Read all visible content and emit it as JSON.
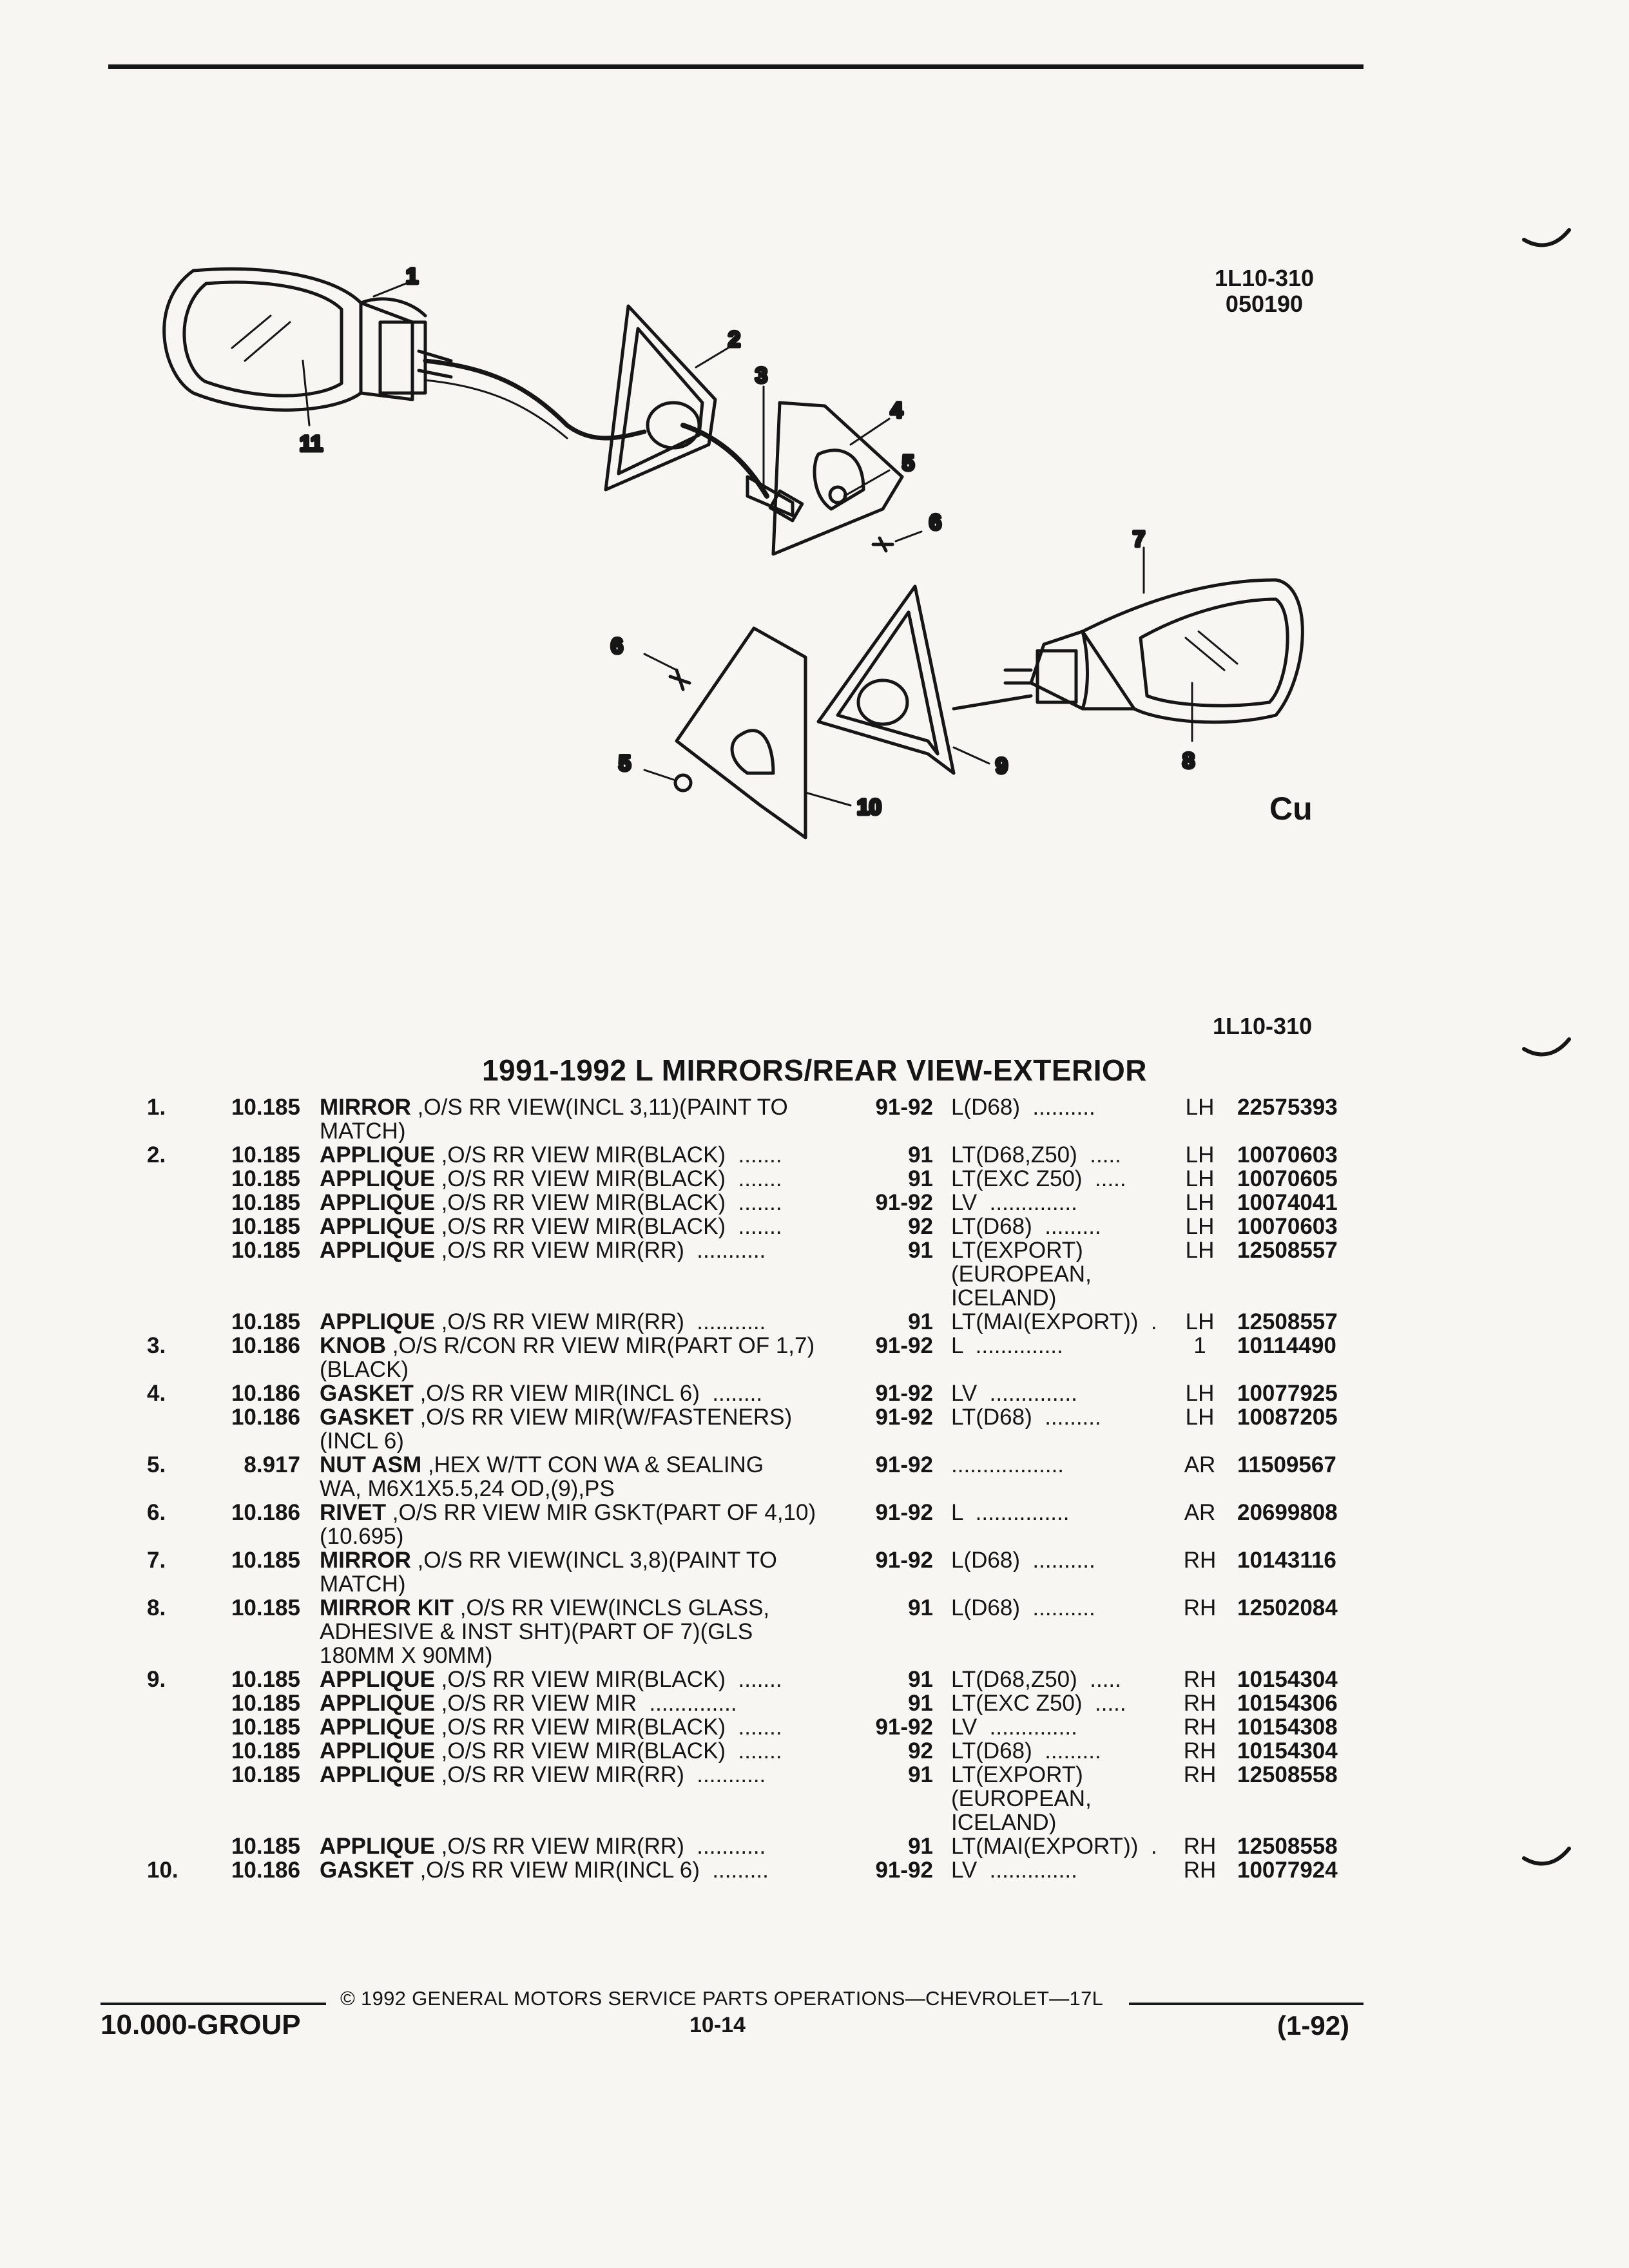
{
  "figure": {
    "code": "1L10-310",
    "date_code": "050190",
    "callouts": [
      "1",
      "2",
      "3",
      "4",
      "5",
      "6",
      "7",
      "8",
      "9",
      "10",
      "11",
      "6",
      "5"
    ],
    "logo": "Cu"
  },
  "code_right": "1L10-310",
  "title": "1991-1992 L MIRRORS/REAR VIEW-EXTERIOR",
  "rows": [
    {
      "item": "1.",
      "group": "10.185",
      "name": "MIRROR",
      "desc": " ,O/S RR VIEW(INCL 3,11)(PAINT TO",
      "year": "91-92",
      "app": "L(D68)  ..........",
      "side": "LH",
      "part": "22575393"
    },
    {
      "item": "",
      "group": "",
      "name": "",
      "desc": "MATCH)",
      "year": "",
      "app": "",
      "side": "",
      "part": ""
    },
    {
      "item": "2.",
      "group": "10.185",
      "name": "APPLIQUE",
      "desc": " ,O/S RR VIEW MIR(BLACK)  .......",
      "year": "91",
      "app": "LT(D68,Z50)  .....",
      "side": "LH",
      "part": "10070603"
    },
    {
      "item": "",
      "group": "10.185",
      "name": "APPLIQUE",
      "desc": " ,O/S RR VIEW MIR(BLACK)  .......",
      "year": "91",
      "app": "LT(EXC Z50)  .....",
      "side": "LH",
      "part": "10070605"
    },
    {
      "item": "",
      "group": "10.185",
      "name": "APPLIQUE",
      "desc": " ,O/S RR VIEW MIR(BLACK)  .......",
      "year": "91-92",
      "app": "LV  ..............",
      "side": "LH",
      "part": "10074041"
    },
    {
      "item": "",
      "group": "10.185",
      "name": "APPLIQUE",
      "desc": " ,O/S RR VIEW MIR(BLACK)  .......",
      "year": "92",
      "app": "LT(D68)  .........",
      "side": "LH",
      "part": "10070603"
    },
    {
      "item": "",
      "group": "10.185",
      "name": "APPLIQUE",
      "desc": " ,O/S RR VIEW MIR(RR)  ...........",
      "year": "91",
      "app": "LT(EXPORT)",
      "side": "LH",
      "part": "12508557"
    },
    {
      "item": "",
      "group": "",
      "name": "",
      "desc": "",
      "year": "",
      "app": "(EUROPEAN,",
      "side": "",
      "part": ""
    },
    {
      "item": "",
      "group": "",
      "name": "",
      "desc": "",
      "year": "",
      "app": "ICELAND)",
      "side": "",
      "part": ""
    },
    {
      "item": "",
      "group": "10.185",
      "name": "APPLIQUE",
      "desc": " ,O/S RR VIEW MIR(RR)  ...........",
      "year": "91",
      "app": "LT(MAI(EXPORT))  .",
      "side": "LH",
      "part": "12508557"
    },
    {
      "item": "3.",
      "group": "10.186",
      "name": "KNOB",
      "desc": " ,O/S R/CON RR VIEW MIR(PART OF 1,7)",
      "year": "91-92",
      "app": "L  ..............",
      "side": "1",
      "part": "10114490"
    },
    {
      "item": "",
      "group": "",
      "name": "",
      "desc": "(BLACK)",
      "year": "",
      "app": "",
      "side": "",
      "part": ""
    },
    {
      "item": "4.",
      "group": "10.186",
      "name": "GASKET",
      "desc": " ,O/S RR VIEW MIR(INCL 6)  ........",
      "year": "91-92",
      "app": "LV  ..............",
      "side": "LH",
      "part": "10077925"
    },
    {
      "item": "",
      "group": "10.186",
      "name": "GASKET",
      "desc": " ,O/S RR VIEW MIR(W/FASTENERS)",
      "year": "91-92",
      "app": "LT(D68)  .........",
      "side": "LH",
      "part": "10087205"
    },
    {
      "item": "",
      "group": "",
      "name": "",
      "desc": "(INCL 6)",
      "year": "",
      "app": "",
      "side": "",
      "part": ""
    },
    {
      "item": "5.",
      "group": "8.917",
      "name": "NUT ASM",
      "desc": " ,HEX W/TT CON WA & SEALING",
      "year": "91-92",
      "app": "..................",
      "side": "AR",
      "part": "11509567"
    },
    {
      "item": "",
      "group": "",
      "name": "",
      "desc": "WA, M6X1X5.5,24 OD,(9),PS",
      "year": "",
      "app": "",
      "side": "",
      "part": ""
    },
    {
      "item": "6.",
      "group": "10.186",
      "name": "RIVET",
      "desc": " ,O/S RR VIEW MIR GSKT(PART OF 4,10)",
      "year": "91-92",
      "app": "L  ...............",
      "side": "AR",
      "part": "20699808"
    },
    {
      "item": "",
      "group": "",
      "name": "",
      "desc": "(10.695)",
      "year": "",
      "app": "",
      "side": "",
      "part": ""
    },
    {
      "item": "7.",
      "group": "10.185",
      "name": "MIRROR",
      "desc": " ,O/S RR VIEW(INCL 3,8)(PAINT TO",
      "year": "91-92",
      "app": "L(D68)  ..........",
      "side": "RH",
      "part": "10143116"
    },
    {
      "item": "",
      "group": "",
      "name": "",
      "desc": "MATCH)",
      "year": "",
      "app": "",
      "side": "",
      "part": ""
    },
    {
      "item": "8.",
      "group": "10.185",
      "name": "MIRROR KIT",
      "desc": " ,O/S RR VIEW(INCLS GLASS,",
      "year": "91",
      "app": "L(D68)  ..........",
      "side": "RH",
      "part": "12502084"
    },
    {
      "item": "",
      "group": "",
      "name": "",
      "desc": "ADHESIVE & INST SHT)(PART OF 7)(GLS",
      "year": "",
      "app": "",
      "side": "",
      "part": ""
    },
    {
      "item": "",
      "group": "",
      "name": "",
      "desc": "180MM X 90MM)",
      "year": "",
      "app": "",
      "side": "",
      "part": ""
    },
    {
      "item": "9.",
      "group": "10.185",
      "name": "APPLIQUE",
      "desc": " ,O/S RR VIEW MIR(BLACK)  .......",
      "year": "91",
      "app": "LT(D68,Z50)  .....",
      "side": "RH",
      "part": "10154304"
    },
    {
      "item": "",
      "group": "10.185",
      "name": "APPLIQUE",
      "desc": " ,O/S RR VIEW MIR  ..............",
      "year": "91",
      "app": "LT(EXC Z50)  .....",
      "side": "RH",
      "part": "10154306"
    },
    {
      "item": "",
      "group": "10.185",
      "name": "APPLIQUE",
      "desc": " ,O/S RR VIEW MIR(BLACK)  .......",
      "year": "91-92",
      "app": "LV  ..............",
      "side": "RH",
      "part": "10154308"
    },
    {
      "item": "",
      "group": "10.185",
      "name": "APPLIQUE",
      "desc": " ,O/S RR VIEW MIR(BLACK)  .......",
      "year": "92",
      "app": "LT(D68)  .........",
      "side": "RH",
      "part": "10154304"
    },
    {
      "item": "",
      "group": "10.185",
      "name": "APPLIQUE",
      "desc": " ,O/S RR VIEW MIR(RR)  ...........",
      "year": "91",
      "app": "LT(EXPORT)",
      "side": "RH",
      "part": "12508558"
    },
    {
      "item": "",
      "group": "",
      "name": "",
      "desc": "",
      "year": "",
      "app": "(EUROPEAN,",
      "side": "",
      "part": ""
    },
    {
      "item": "",
      "group": "",
      "name": "",
      "desc": "",
      "year": "",
      "app": "ICELAND)",
      "side": "",
      "part": ""
    },
    {
      "item": "",
      "group": "10.185",
      "name": "APPLIQUE",
      "desc": " ,O/S RR VIEW MIR(RR)  ...........",
      "year": "91",
      "app": "LT(MAI(EXPORT))  .",
      "side": "RH",
      "part": "12508558"
    },
    {
      "item": "10.",
      "group": "10.186",
      "name": "GASKET",
      "desc": " ,O/S RR VIEW MIR(INCL 6)  .........",
      "year": "91-92",
      "app": "LV  ..............",
      "side": "RH",
      "part": "10077924"
    }
  ],
  "footer": {
    "copyright": "© 1992 GENERAL MOTORS SERVICE PARTS OPERATIONS—CHEVROLET—17L",
    "group": "10.000-GROUP",
    "page": "10-14",
    "revision": "(1-92)"
  }
}
